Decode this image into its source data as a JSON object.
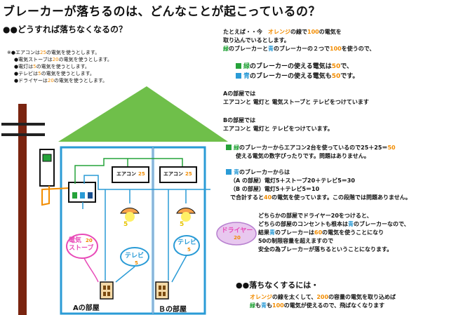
{
  "title": "ブレーカーが落ちるのは、どんなことが起こっているの？",
  "subtitle": "●●どうすれば落ちなくなるの？",
  "assumptions": [
    {
      "pre": "エアコンは",
      "val": "25",
      "post": "の電気を使うとします。"
    },
    {
      "pre": "電気ストーブは",
      "val": "20",
      "post": "の電気を使うとします。"
    },
    {
      "pre": "電灯は",
      "val": "5",
      "post": "の電気を使うとします。"
    },
    {
      "pre": "テレビは",
      "val": "5",
      "post": "の電気を使うとします。"
    },
    {
      "pre": "ドライヤーは",
      "val": "20",
      "post": "の電気を使うとします。"
    }
  ],
  "intro": {
    "l1a": "たとえば・・今　",
    "l1b": "オレンジ",
    "l1c": "の線で",
    "l1d": "100",
    "l1e": "の電気を",
    "l2": "取り込んでいるとします。",
    "l3a": "緑",
    "l3b": "のブレーカーと",
    "l3c": "青",
    "l3d": "のブレーカーの２つで",
    "l3e": "100",
    "l3f": "を使うので、",
    "g_a": "緑",
    "g_b": "のブレーカーの使える電気は",
    "g_c": "50",
    "g_d": "で、",
    "b_a": "青",
    "b_b": "のブレーカーの使える電気も",
    "b_c": "50",
    "b_d": "です。"
  },
  "roomA_desc": {
    "l1": "Aの部屋では",
    "l2": "エアコンと 電灯と 電気ストーブと テレビをつけています"
  },
  "roomB_desc": {
    "l1": "Bの部屋では",
    "l2": "エアコンと 電灯と テレビをつけています。"
  },
  "green_calc": {
    "a": "緑",
    "b": "のブレーカーからエアコン2台を使っているので25＋25＝",
    "c": "50",
    "l2": "使える電気の数字ぴったりです。問題はありません。"
  },
  "blue_calc": {
    "a": "青",
    "b": "のブレーカーからは",
    "l2": "（A の部屋）電灯5＋ストーブ20＋テレビ5＝30",
    "l3": "（B の部屋）電灯5＋テレビ5＝10",
    "l4a": "で合計すると",
    "l4b": "40",
    "l4c": "の電気を使っています。この段階では問題ありません。"
  },
  "dryer_text": {
    "l1": "どちらかの部屋でドライヤー20をつけると、",
    "l2a": "どちらの部屋のコンセントも根本は",
    "l2b": "青",
    "l2c": "のブレーカーなので、",
    "l3a": "結果",
    "l3b": "青",
    "l3c": "のブレーカーは",
    "l3d": "60",
    "l3e": "の電気を使うことになり",
    "l4": "50の制限容量を超えますので",
    "l5": "安全の為ブレーカーが落ちるということになります。"
  },
  "solution": {
    "heading": "●●落ちなくするには・",
    "l1a": "オレンジ",
    "l1b": "の線を太くして、",
    "l1c": "200",
    "l1d": "の容量の電気を取り込めば",
    "l2a": "緑",
    "l2b": "も",
    "l2c": "青",
    "l2d": "も",
    "l2e": "100",
    "l2f": "の電気が使えるので、飛ばなくなります"
  },
  "house": {
    "aircon_label": "エアコン",
    "aircon_value": "25",
    "stove_label1": "電気",
    "stove_label2": "ストーブ",
    "stove_value": "20",
    "tv_label": "テレビ",
    "tv_value": "5",
    "light_value": "5",
    "dryer_label": "ドライヤー",
    "dryer_value": "20",
    "roomA": "Aの部屋",
    "roomB": "Ｂの部屋"
  },
  "colors": {
    "orange": "#f28c00",
    "green": "#25a33a",
    "blue": "#2a9bd6",
    "yellow": "#e6c300",
    "roof": "#6fbf4a",
    "pole": "#7a2410"
  }
}
